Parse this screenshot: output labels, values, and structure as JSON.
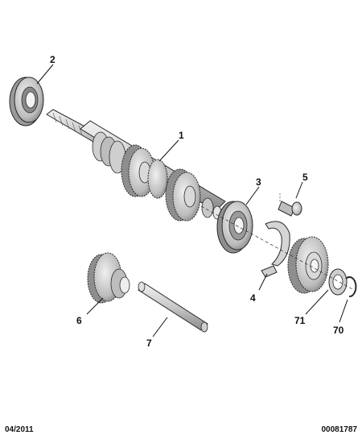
{
  "callouts": {
    "c1": "1",
    "c2": "2",
    "c3": "3",
    "c4": "4",
    "c5": "5",
    "c6": "6",
    "c7": "7",
    "c70": "70",
    "c71": "71"
  },
  "footer": {
    "date": "04/2011",
    "reference": "00081787"
  },
  "colors": {
    "part_light": "#e6e6e6",
    "part_mid": "#bdbdbd",
    "part_dark": "#7a7a7a",
    "outline": "#2a2a2a"
  }
}
